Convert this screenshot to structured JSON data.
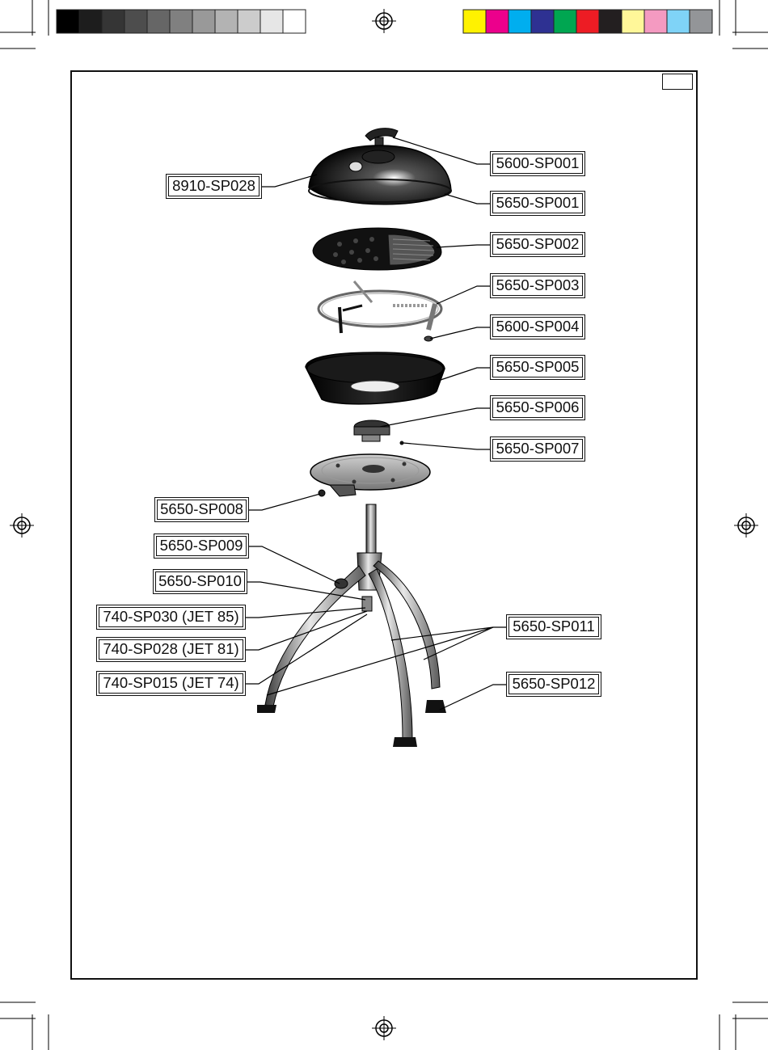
{
  "page_title": "",
  "gray_swatches": [
    "#000000",
    "#1d1d1d",
    "#353535",
    "#4d4d4d",
    "#666666",
    "#808080",
    "#999999",
    "#b3b3b3",
    "#cccccc",
    "#e6e6e6",
    "#ffffff"
  ],
  "color_swatches": [
    "#fff200",
    "#ec008c",
    "#00aeef",
    "#2e3192",
    "#00a651",
    "#ed1c24",
    "#231f20",
    "#fff799",
    "#f49ac1",
    "#7fd3f7",
    "#939598"
  ],
  "parts": [
    {
      "id": "5600-SP001"
    },
    {
      "id": "8910-SP028"
    },
    {
      "id": "5650-SP001"
    },
    {
      "id": "5650-SP002"
    },
    {
      "id": "5650-SP003"
    },
    {
      "id": "5600-SP004"
    },
    {
      "id": "5650-SP005"
    },
    {
      "id": "5650-SP006"
    },
    {
      "id": "5650-SP007"
    },
    {
      "id": "5650-SP008"
    },
    {
      "id": "5650-SP009"
    },
    {
      "id": "5650-SP010"
    },
    {
      "id": "740-SP030 (JET 85)"
    },
    {
      "id": "740-SP028 (JET 81)"
    },
    {
      "id": "740-SP015 (JET 74)"
    },
    {
      "id": "5650-SP011"
    },
    {
      "id": "5650-SP012"
    }
  ]
}
